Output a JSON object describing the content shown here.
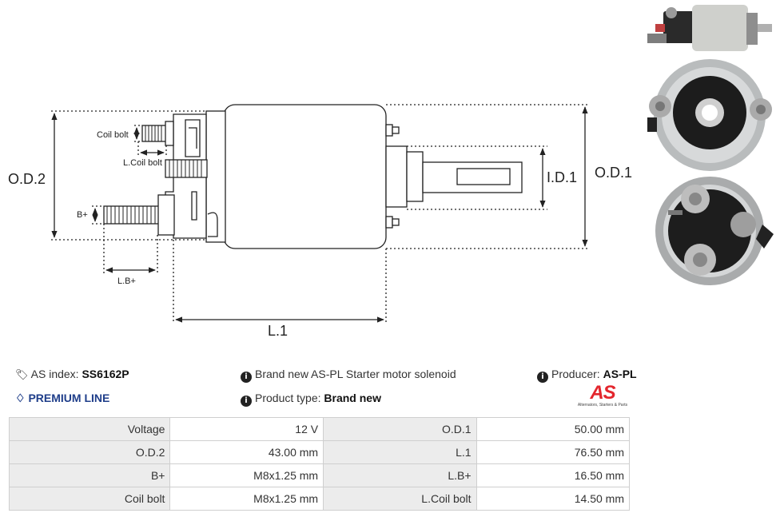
{
  "diagram": {
    "labels": {
      "od2": "O.D.2",
      "od1": "O.D.1",
      "id1": "I.D.1",
      "l1": "L.1",
      "coil_bolt": "Coil bolt",
      "l_coil_bolt": "L.Coil bolt",
      "b_plus": "B+",
      "l_b_plus": "L.B+"
    }
  },
  "product": {
    "index_label": "AS index:",
    "index_value": "SS6162P",
    "premium_line": "PREMIUM LINE",
    "description": "Brand new AS-PL Starter motor solenoid",
    "type_label": "Product type:",
    "type_value": "Brand new",
    "producer_label": "Producer:",
    "producer_value": "AS-PL",
    "logo_text": "AS",
    "logo_tagline": "Alternators, Starters & Parts",
    "brand_color": "#e3262d",
    "premium_color": "#1f3e8a"
  },
  "specs": [
    [
      "Voltage",
      "12 V",
      "O.D.1",
      "50.00 mm"
    ],
    [
      "O.D.2",
      "43.00 mm",
      "L.1",
      "76.50 mm"
    ],
    [
      "B+",
      "M8x1.25 mm",
      "L.B+",
      "16.50 mm"
    ],
    [
      "Coil bolt",
      "M8x1.25 mm",
      "L.Coil bolt",
      "14.50  mm"
    ]
  ]
}
